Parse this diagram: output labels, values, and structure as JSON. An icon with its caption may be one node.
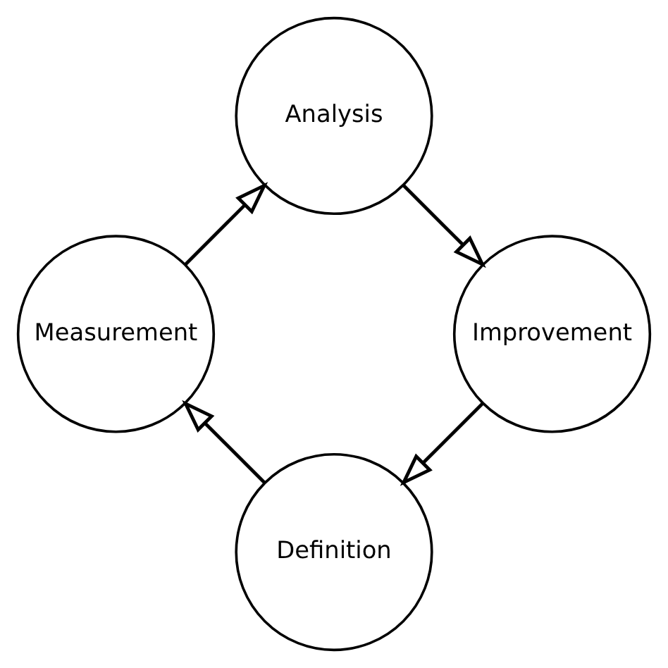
{
  "diagram": {
    "nodes": [
      {
        "text": [
          "Definition"
        ]
      },
      {
        "text": [
          "Measurement"
        ]
      },
      {
        "text": [
          "Analysis"
        ]
      },
      {
        "text": [
          "Improvement"
        ]
      }
    ],
    "edges": [
      {
        "from": 0,
        "to": 1,
        "arrow": "to"
      },
      {
        "from": 1,
        "to": 2,
        "arrow": "to"
      },
      {
        "from": 2,
        "to": 3,
        "arrow": "to"
      },
      {
        "from": 3,
        "to": 0,
        "arrow": "to"
      }
    ]
  }
}
